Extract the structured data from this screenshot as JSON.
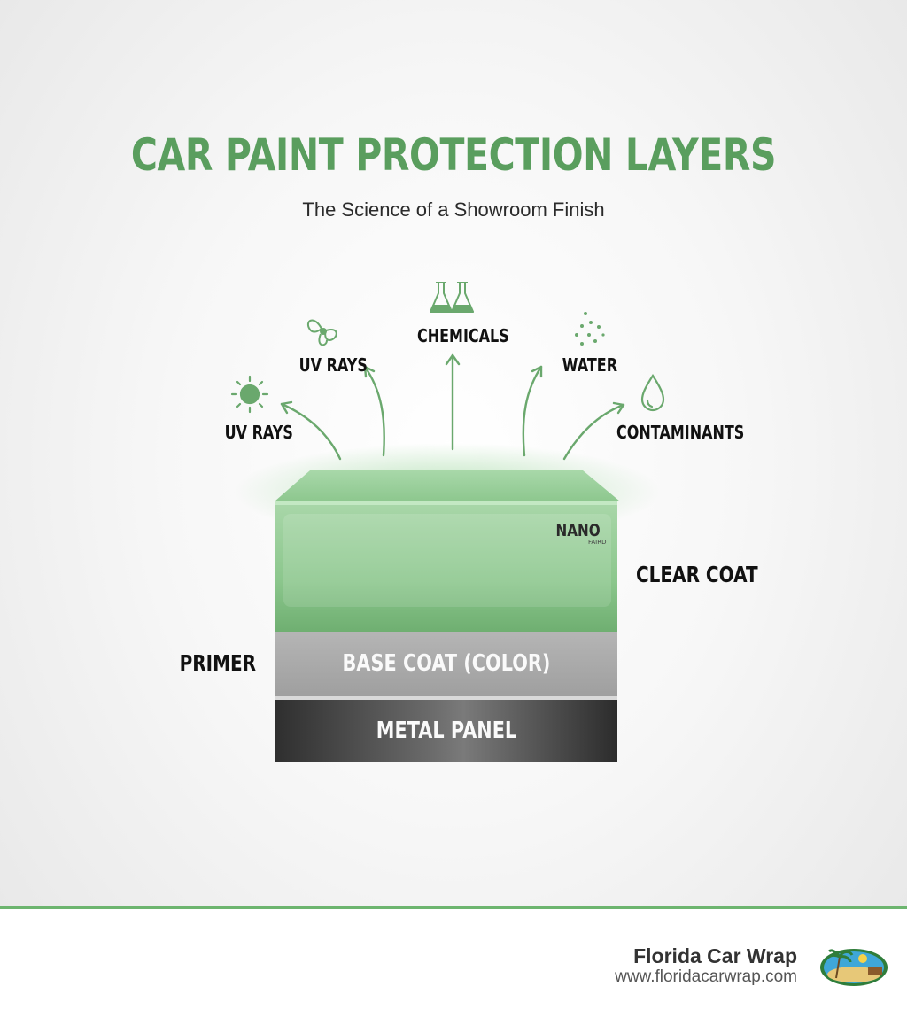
{
  "header": {
    "title": "CAR PAINT PROTECTION LAYERS",
    "subtitle": "The Science of a Showroom Finish"
  },
  "threats": [
    {
      "label": "UV RAYS",
      "icon": "sun-icon"
    },
    {
      "label": "UV RAYS",
      "icon": "radiation-icon"
    },
    {
      "label": "CHEMICALS",
      "icon": "flask-icon"
    },
    {
      "label": "WATER",
      "icon": "droplets-icon"
    },
    {
      "label": "CONTAMINANTS",
      "icon": "drop-icon"
    }
  ],
  "layers": {
    "clear_coat": {
      "label": "CLEAR COAT",
      "badge": "NANO",
      "badge_sub": "FAIRD",
      "color": "#7dbb7f"
    },
    "base_coat": {
      "text": "BASE COAT (COLOR)",
      "color": "#a9a9a9"
    },
    "primer": {
      "label": "PRIMER"
    },
    "metal_panel": {
      "text": "METAL PANEL",
      "color": "#3a3a3a"
    }
  },
  "accent_color": "#5a9e5e",
  "footer": {
    "brand": "Florida Car Wrap",
    "url": "www.floridacarwrap.com",
    "logo_icon": "palm-beach-logo-icon"
  }
}
